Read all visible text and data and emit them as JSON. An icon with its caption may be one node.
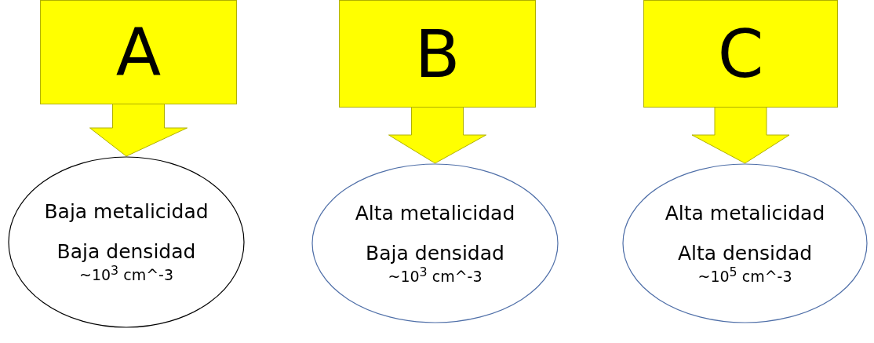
{
  "diagram": {
    "nodes": [
      {
        "text": [
          "A"
        ]
      },
      {
        "text": [
          "B"
        ]
      },
      {
        "text": [
          "C"
        ]
      },
      {
        "text": [
          "Baja metalicidad",
          "Baja densidad",
          "~10$^{3}$ cm^-3"
        ]
      },
      {
        "text": [
          "Alta metalicidad",
          "Baja densidad",
          "~10$^{3}$ cm^-3"
        ]
      },
      {
        "text": [
          "Alta metalicidad",
          "Alta densidad",
          "~10$^{5}$ cm^-3"
        ]
      }
    ],
    "edges": [
      {
        "from": 0,
        "to": 3,
        "arrow": "to",
        "style": "thick"
      },
      {
        "from": 1,
        "to": 4,
        "arrow": "to",
        "style": "thick"
      },
      {
        "from": 2,
        "to": 5,
        "arrow": "to",
        "style": "thick"
      }
    ]
  }
}
